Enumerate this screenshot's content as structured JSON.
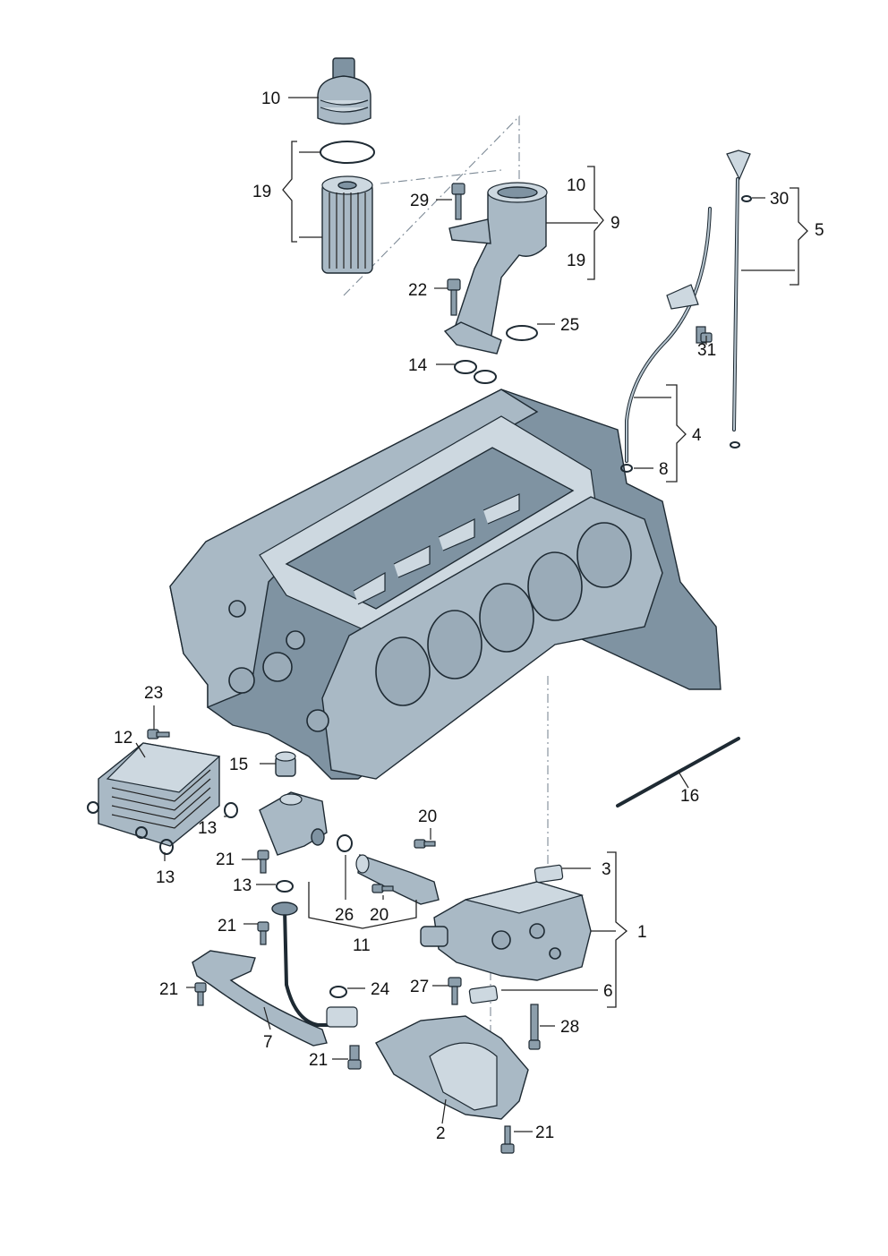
{
  "callouts": {
    "c10a": "10",
    "c19a": "19",
    "c29": "29",
    "c10b": "10",
    "c9": "9",
    "c19b": "19",
    "c30": "30",
    "c5": "5",
    "c22": "22",
    "c25": "25",
    "c14": "14",
    "c31": "31",
    "c4": "4",
    "c8": "8",
    "c23": "23",
    "c12": "12",
    "c15": "15",
    "c13a": "13",
    "c13b": "13",
    "c16": "16",
    "c20a": "20",
    "c21a": "21",
    "c3": "3",
    "c13c": "13",
    "c26": "26",
    "c20b": "20",
    "c21b": "21",
    "c1": "1",
    "c11": "11",
    "c24": "24",
    "c21c": "21",
    "c27": "27",
    "c6": "6",
    "c28": "28",
    "c7": "7",
    "c21d": "21",
    "c2": "2",
    "c21e": "21"
  },
  "parts": {
    "engine_block": "engine-block",
    "oil_filter_cap": "oil-filter-cap",
    "oil_filter_element": "oil-filter-element",
    "oil_filter_housing": "oil-filter-housing",
    "oil_dipstick": "oil-dipstick",
    "dipstick_guide_tube": "dipstick-guide-tube",
    "oil_cooler": "oil-cooler",
    "oil_pump": "oil-pump",
    "oil_pan_baffle": "oil-pan-baffle",
    "oil_pipe": "oil-pipe",
    "suction_pipe": "suction-pipe",
    "oil_rod": "oil-rod"
  }
}
